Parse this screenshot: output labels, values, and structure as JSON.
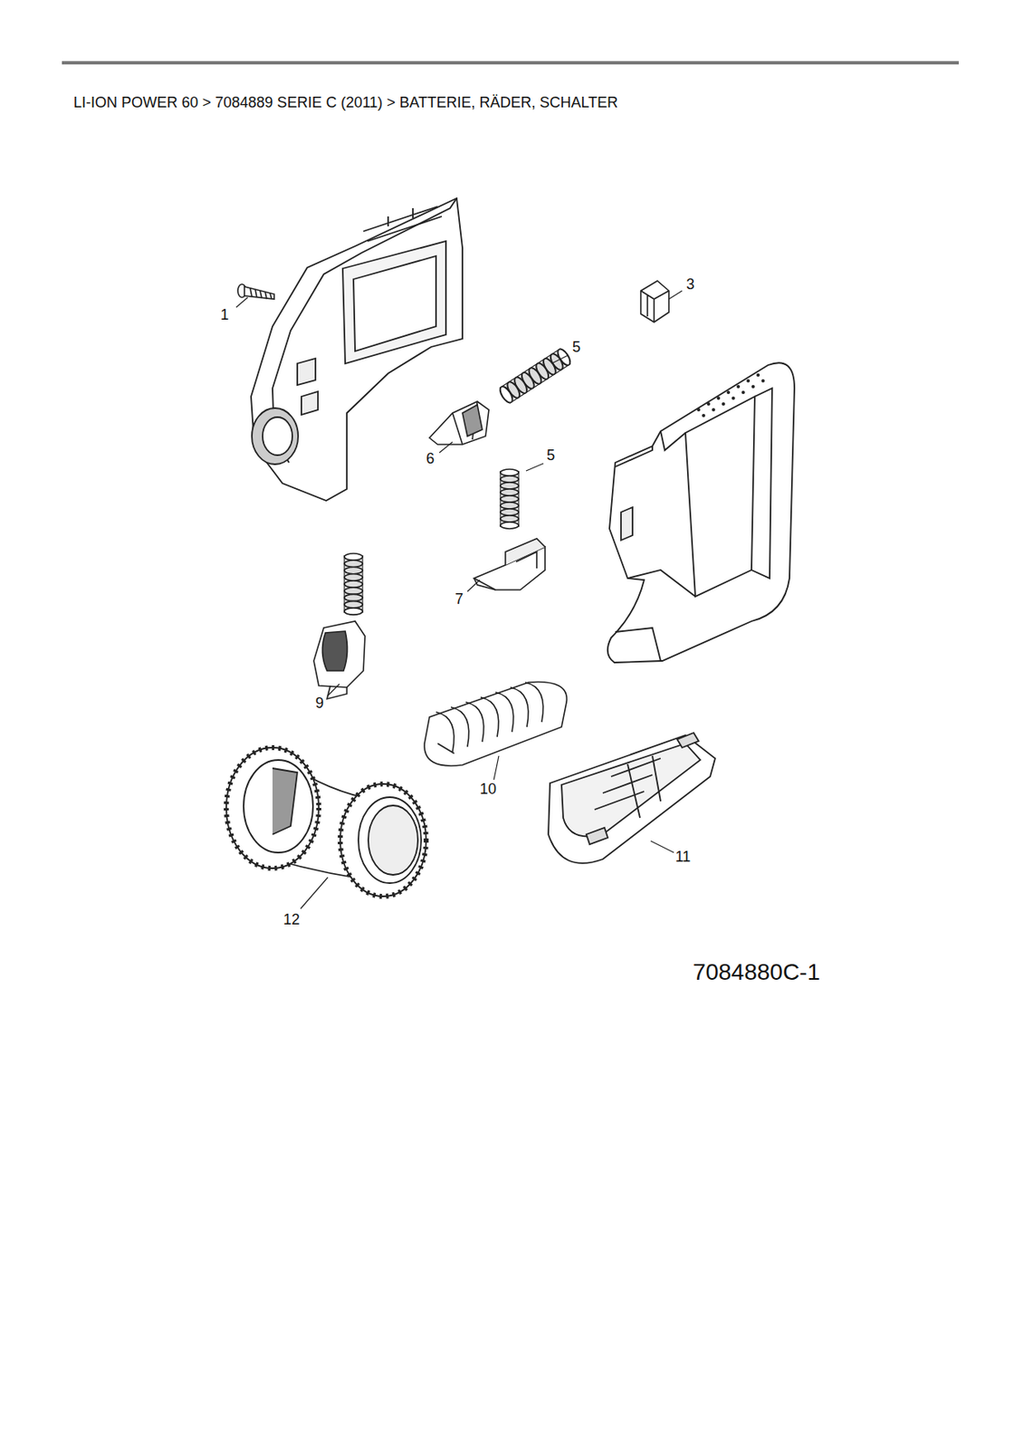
{
  "diagram": {
    "title": "LI-ION POWER 60  >  7084889 SERIE C (2011)  >  BATTERIE, RÄDER, SCHALTER",
    "labels": [
      "1",
      "3",
      "5",
      "6",
      "5",
      "7",
      "9",
      "10",
      "11",
      "12",
      "7084880C-1"
    ]
  }
}
